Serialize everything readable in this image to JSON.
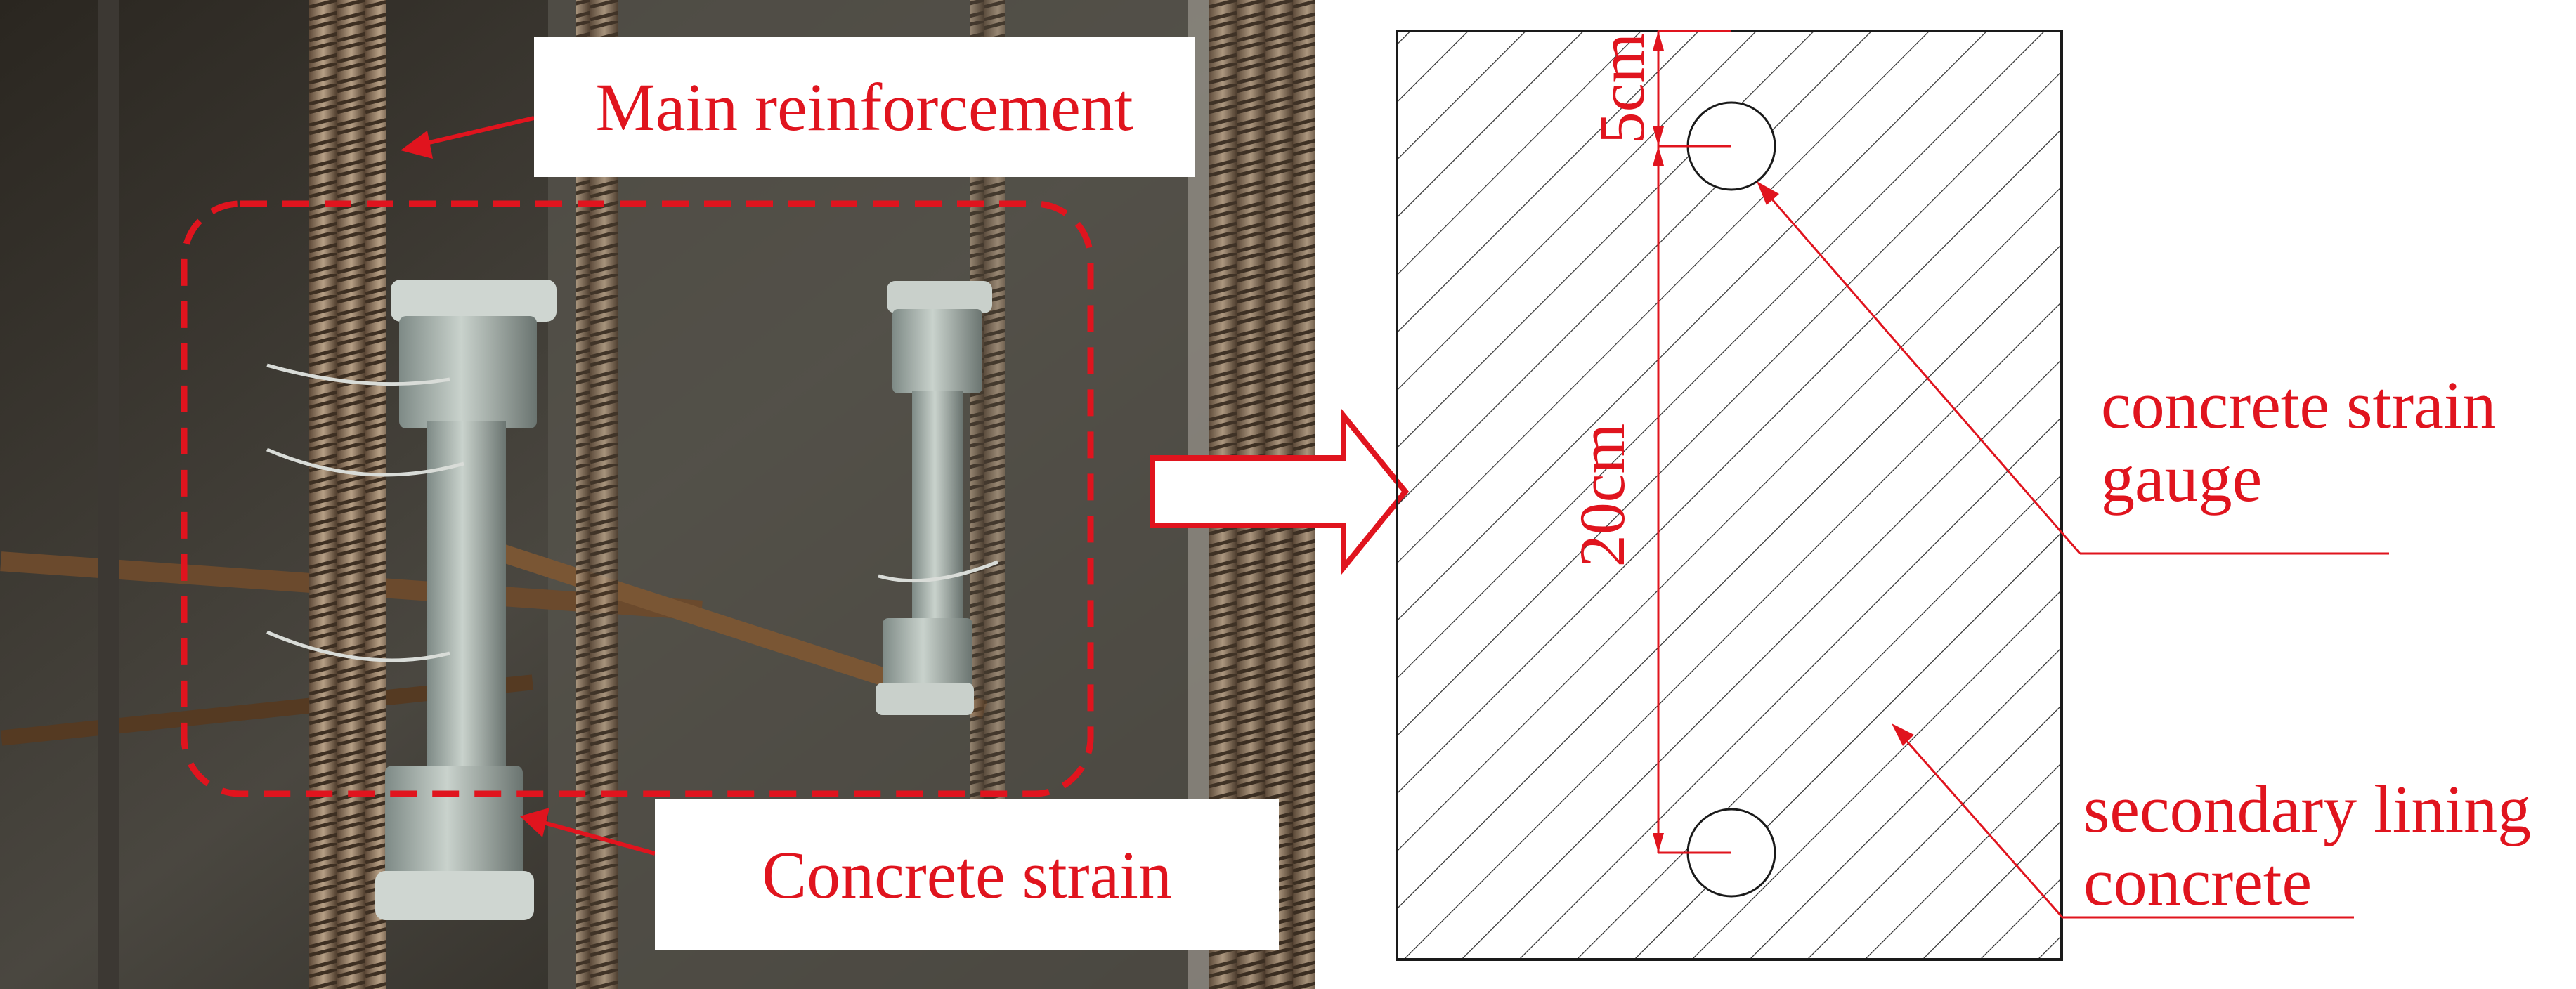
{
  "photo": {
    "callouts": {
      "main_reinforcement": "Main reinforcement",
      "concrete_strain": "Concrete strain"
    }
  },
  "diagram": {
    "dimension_top": "5cm",
    "dimension_main": "20cm",
    "label_gauge_line1": "concrete strain",
    "label_gauge_line2": "gauge",
    "label_lining_line1": "secondary lining",
    "label_lining_line2": "concrete"
  },
  "colors": {
    "annotation_red": "#e0141e",
    "hatch_line": "#2a2a2a"
  }
}
